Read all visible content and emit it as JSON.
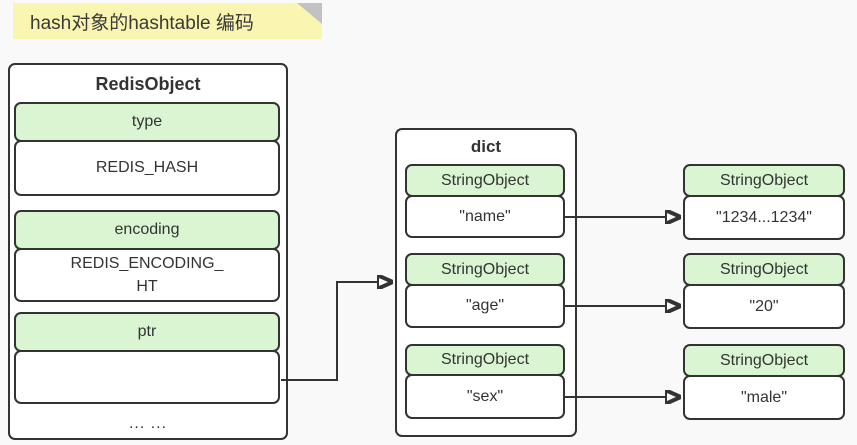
{
  "note": {
    "title": "hash对象的hashtable 编码"
  },
  "colors": {
    "bg": "#f9f9f9",
    "yellow": "#faf5b1",
    "fold": "#c2c2c2",
    "green": "#d9f5d2",
    "border": "#333333",
    "text": "#333333"
  },
  "redis_object": {
    "title": "RedisObject",
    "fields": [
      {
        "label": "type",
        "value": "REDIS_HASH"
      },
      {
        "label": "encoding",
        "value": "REDIS_ENCODING_\nHT"
      },
      {
        "label": "ptr",
        "value": ""
      }
    ],
    "ellipsis": "... ..."
  },
  "dict": {
    "title": "dict",
    "entries": [
      {
        "header": "StringObject",
        "value": "\"name\""
      },
      {
        "header": "StringObject",
        "value": "\"age\""
      },
      {
        "header": "StringObject",
        "value": "\"sex\""
      }
    ]
  },
  "values": [
    {
      "header": "StringObject",
      "value": "\"1234...1234\""
    },
    {
      "header": "StringObject",
      "value": "\"20\""
    },
    {
      "header": "StringObject",
      "value": "\"male\""
    }
  ]
}
